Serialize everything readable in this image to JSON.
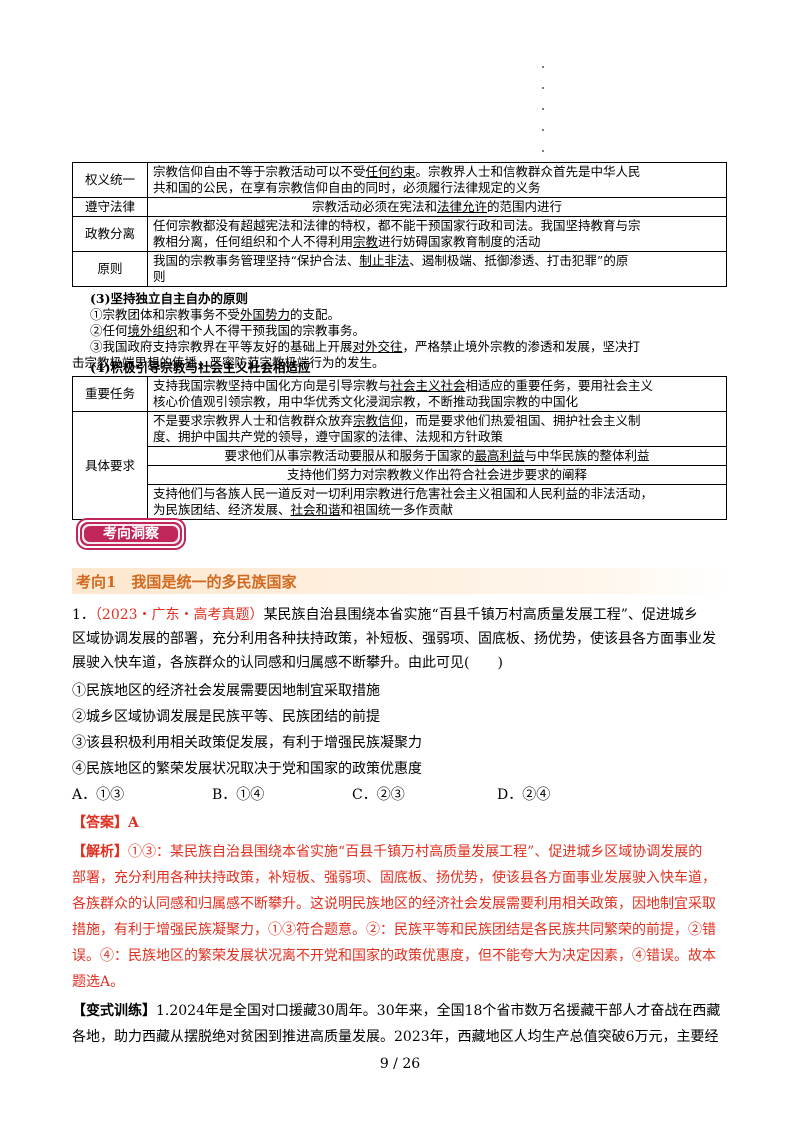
{
  "table1": {
    "rows": [
      {
        "label": "权义统一",
        "lines": [
          "宗教信仰自由不等于宗教活动可以不受任何约束。宗教界人士和信教群众首先是中华人民",
          "共和国的公民，在享有宗教信仰自由的同时，必须履行法律规定的义务"
        ]
      },
      {
        "label": "遵守法律",
        "lines": [
          "宗教活动必须在宪法和法律允许的范围内进行"
        ]
      },
      {
        "label": "政教分离",
        "lines": [
          "任何宗教都没有超越宪法和法律的特权，都不能干预国家行政和司法。我国坚持教育与宗",
          "教相分离，任何组织和个人不得利用宗教进行妨碍国家教育制度的活动"
        ]
      },
      {
        "label": "原则",
        "lines": [
          "我国的宗教事务管理坚持“保护合法、制止非法、遏制极端、抵御渗透、打击犯罪”的原",
          "则"
        ]
      }
    ]
  },
  "section3": {
    "heading": "(3)坚持独立自主自办的原则",
    "items": [
      "①宗教团体和宗教事务不受外国势力的支配。",
      "②任何境外组织和个人不得干预我国的宗教事务。",
      "③我国政府支持宗教界在平等友好的基础上开展对外交往，严格禁止境外宗教的渗透和发展，坚决打",
      "击宗教极端思想的传播，严密防范宗教极端行为的发生。"
    ]
  },
  "section4": {
    "heading": "(4)积极引导宗教与社会主义社会相适应"
  },
  "table2": {
    "task_label": "重要任务",
    "task_lines": [
      "支持我国宗教坚持中国化方向是引导宗教与社会主义社会相适应的重要任务，要用社会主义",
      "核心价值观引领宗教，用中华优秀文化浸润宗教，不断推动我国宗教的中国化"
    ],
    "req_label": "具体要求",
    "req_rows": [
      [
        "不是要求宗教界人士和信教群众放弃宗教信仰，而是要求他们热爱祖国、拥护社会主义制",
        "度、拥护中国共产党的领导，遵守国家的法律、法规和方针政策"
      ],
      [
        "要求他们从事宗教活动要服从和服务于国家的最高利益与中华民族的整体利益"
      ],
      [
        "支持他们努力对宗教教义作出符合社会进步要求的阐释"
      ],
      [
        "支持他们与各族人民一道反对一切利用宗教进行危害社会主义祖国和人民利益的非法活动，",
        "为民族团结、经济发展、社会和谐和祖国统一多作贡献"
      ]
    ]
  },
  "badge": {
    "label": "考向洞察"
  },
  "kaoxiang": {
    "title": "考向1　我国是统一的多民族国家"
  },
  "question": {
    "number": "1．",
    "source": "（2023・广东・高考真题）",
    "stem_lines": [
      "某民族自治县围绕本省实施“百县千镇万村高质量发展工程”、促进城乡",
      "区域协调发展的部署，充分利用各种扶持政策，补短板、强弱项、固底板、扬优势，使该县各方面事业发",
      "展驶入快车道，各族群众的认同感和归属感不断攀升。由此可见(　　)"
    ],
    "statements": [
      "①民族地区的经济社会发展需要因地制宜采取措施",
      "②城乡区域协调发展是民族平等、民族团结的前提",
      "③该县积极利用相关政策促发展，有利于增强民族凝聚力",
      "④民族地区的繁荣发展状况取决于党和国家的政策优惠度"
    ],
    "options": [
      "A．①③",
      "B．①④",
      "C．②③",
      "D．②④"
    ]
  },
  "answer": {
    "label": "【答案】",
    "value": "A"
  },
  "analysis": {
    "label": "【解析】",
    "lines": [
      "①③：某民族自治县围绕本省实施“百县千镇万村高质量发展工程”、促进城乡区域协调发展的",
      "部署，充分利用各种扶持政策，补短板、强弱项、固底板、扬优势，使该县各方面事业发展驶入快车道，",
      "各族群众的认同感和归属感不断攀升。这说明民族地区的经济社会发展需要利用相关政策，因地制宜采取",
      "措施，有利于增强民族凝聚力，①③符合题意。②：民族平等和民族团结是各民族共同繁荣的前提，②错",
      "误。④：民族地区的繁荣发展状况离不开党和国家的政策优惠度，但不能夸大为决定因素，④错误。故本",
      "题选A。"
    ]
  },
  "variant": {
    "label": "【变式训练】",
    "lines": [
      "1.2024年是全国对口援藏30周年。30年来，全国18个省市数万名援藏干部人才奋战在西藏",
      "各地，助力西藏从摆脱绝对贫困到推进高质量发展。2023年，西藏地区人均生产总值突破6万元，主要经"
    ]
  },
  "footer": {
    "page": "9 / 26"
  },
  "colors": {
    "accent": "#e03020",
    "badge_fill": "#c0265a",
    "heading": "#d2691e"
  }
}
